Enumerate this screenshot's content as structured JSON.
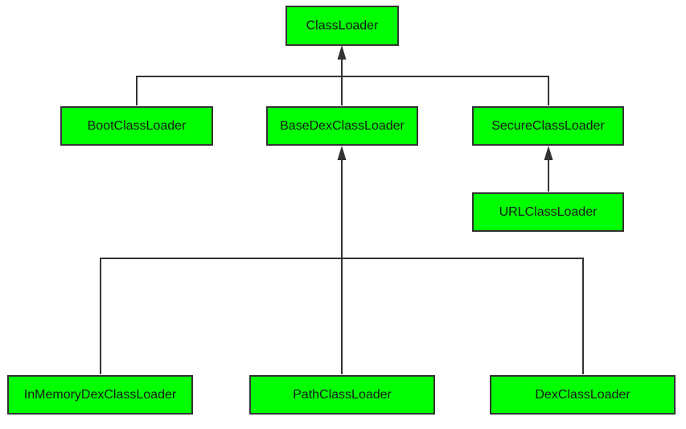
{
  "diagram": {
    "type": "class-hierarchy",
    "colors": {
      "node_fill": "#00ff00",
      "node_border": "#333333",
      "line": "#333333",
      "text": "#1a1a1a",
      "background": "#ffffff"
    },
    "nodes": {
      "classloader": "ClassLoader",
      "bootclassloader": "BootClassLoader",
      "basedexclassloader": "BaseDexClassLoader",
      "secureclassloader": "SecureClassLoader",
      "urlclassloader": "URLClassLoader",
      "inmemorydexclassloader": "InMemoryDexClassLoader",
      "pathclassloader": "PathClassLoader",
      "dexclassloader": "DexClassLoader"
    },
    "inheritance": [
      {
        "child": "BootClassLoader",
        "parent": "ClassLoader"
      },
      {
        "child": "BaseDexClassLoader",
        "parent": "ClassLoader"
      },
      {
        "child": "SecureClassLoader",
        "parent": "ClassLoader"
      },
      {
        "child": "URLClassLoader",
        "parent": "SecureClassLoader"
      },
      {
        "child": "InMemoryDexClassLoader",
        "parent": "BaseDexClassLoader"
      },
      {
        "child": "PathClassLoader",
        "parent": "BaseDexClassLoader"
      },
      {
        "child": "DexClassLoader",
        "parent": "BaseDexClassLoader"
      }
    ]
  }
}
